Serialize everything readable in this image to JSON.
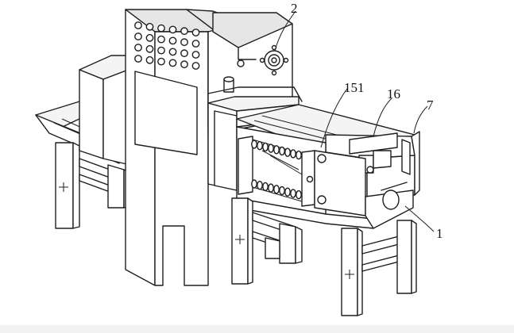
{
  "labels": {
    "l2": "2",
    "l151": "151",
    "l16": "16",
    "l7": "7",
    "l1": "1"
  },
  "colors": {
    "line": "#1f1f1f",
    "background": "#ffffff",
    "bottom_strip": "#f2f2f2"
  }
}
